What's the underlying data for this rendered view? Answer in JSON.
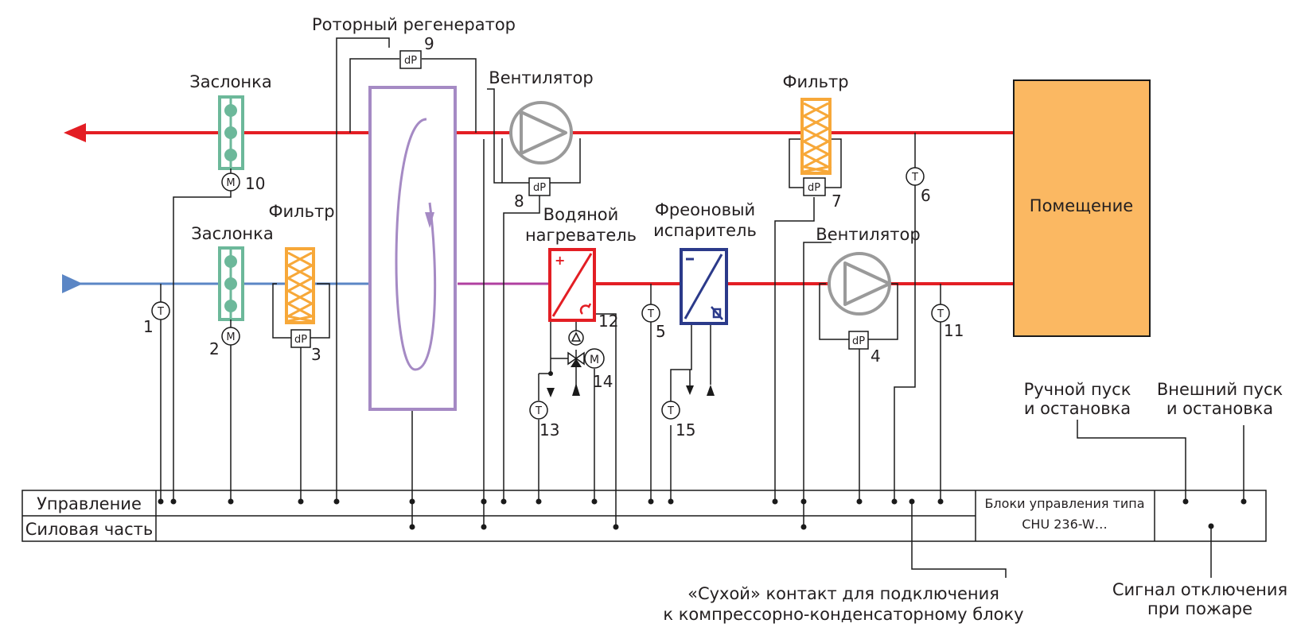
{
  "labels": {
    "rotary_regenerator": "Роторный регенератор",
    "fan_top": "Вентилятор",
    "filter_top": "Фильтр",
    "damper_top": "Заслонка",
    "damper_bottom": "Заслонка",
    "filter_left": "Фильтр",
    "water_heater_1": "Водяной",
    "water_heater_2": "нагреватель",
    "freon_1": "Фреоновый",
    "freon_2": "испаритель",
    "fan_bottom": "Вентилятор",
    "room": "Помещение",
    "manual_1": "Ручной пуск",
    "manual_2": "и остановка",
    "external_1": "Внешний пуск",
    "external_2": "и остановка",
    "control_row": "Управление",
    "power_row": "Силовая часть",
    "blocks_1": "Блоки управления типа",
    "blocks_2": "CHU 236-W…",
    "dry_contact_1": "«Сухой» контакт для подключения",
    "dry_contact_2": "к компрессорно-конденсаторному блоку",
    "fire_1": "Сигнал отключения",
    "fire_2": "при пожаре"
  },
  "symbols": {
    "temp": "T",
    "motor": "M",
    "dp": "dP"
  },
  "numbers": {
    "n1": "1",
    "n2": "2",
    "n3": "3",
    "n4": "4",
    "n5": "5",
    "n6": "6",
    "n7": "7",
    "n8": "8",
    "n9": "9",
    "n10": "10",
    "n11": "11",
    "n12": "12",
    "n13": "13",
    "n14": "14",
    "n15": "15"
  },
  "colors": {
    "exhaust_air": "#e31e24",
    "supply_air": "#5b86c5",
    "regenerator": "#a58ac4",
    "damper": "#6cb89a",
    "filter": "#f7a839",
    "fan": "#9a9a9a",
    "evaporator": "#2b3a8a",
    "room": "#fbb862"
  }
}
